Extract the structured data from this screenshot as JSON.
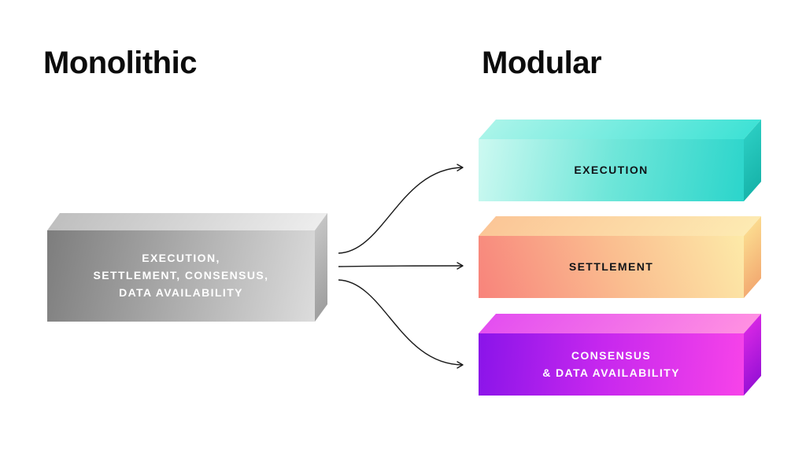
{
  "page": {
    "background": "#ffffff"
  },
  "headings": {
    "monolithic": "Monolithic",
    "modular": "Modular"
  },
  "monolithic_box": {
    "lines": [
      "EXECUTION,",
      "SETTLEMENT, CONSENSUS,",
      "DATA AVAILABILITY"
    ],
    "text_color": "#ffffff",
    "front_colors": [
      "#7d7d7d",
      "#dcdcdc"
    ],
    "top_colors": [
      "#bfbfbf",
      "#ededed"
    ],
    "side_colors": [
      "#c4c4c4",
      "#9f9f9f"
    ]
  },
  "modular_boxes": [
    {
      "id": "execution",
      "lines": [
        "EXECUTION"
      ],
      "text_color": "#101418",
      "front_colors": [
        "#cdf9f1",
        "#2bd5cb"
      ],
      "top_colors": [
        "#a9f4e9",
        "#3fe2d5"
      ],
      "side_colors": [
        "#2accc1",
        "#18b5ab"
      ]
    },
    {
      "id": "settlement",
      "lines": [
        "SETTLEMENT"
      ],
      "text_color": "#101418",
      "front_colors": [
        "#f8837b",
        "#fdeaa8"
      ],
      "top_colors": [
        "#fbc697",
        "#fdeab2"
      ],
      "side_colors": [
        "#fbd98e",
        "#f3ac72"
      ]
    },
    {
      "id": "consensus-data-availability",
      "lines": [
        "CONSENSUS",
        "& DATA AVAILABILITY"
      ],
      "text_color": "#ffffff",
      "front_colors": [
        "#8a14e9",
        "#f743e9"
      ],
      "top_colors": [
        "#e44ff0",
        "#ff90e2"
      ],
      "side_colors": [
        "#d426e4",
        "#9a12d6"
      ]
    }
  ],
  "arrows": {
    "color": "#1a1a1a",
    "ids": [
      "arrow-to-execution",
      "arrow-to-settlement",
      "arrow-to-consensus-data-availability"
    ]
  }
}
